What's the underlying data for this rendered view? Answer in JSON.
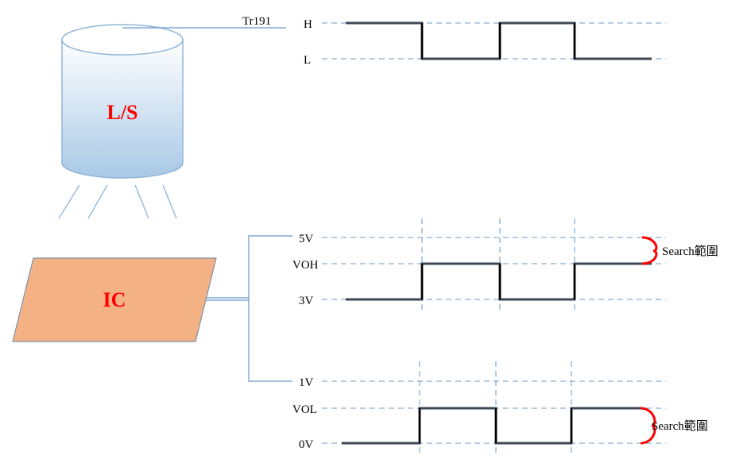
{
  "colors": {
    "label_red": "#ff0000",
    "guide_blue": "#6a98c9",
    "trace_dark": "#3d4856",
    "trace_edge": "#000000",
    "cyl_fill_top": "#ffffff",
    "cyl_fill_bottom": "#a9c9e6",
    "ic_fill": "#f4b183",
    "search_brace": "#ff0000"
  },
  "light_source": {
    "label": "L/S",
    "tag": "Tr191"
  },
  "chip": {
    "label": "IC"
  },
  "top_waveform": {
    "high_label": "H",
    "low_label": "L"
  },
  "mid_waveform": {
    "top_label": "5V",
    "high_label": "VOH",
    "low_label": "3V",
    "search_label": "Search範圍"
  },
  "bot_waveform": {
    "top_label": "1V",
    "high_label": "VOL",
    "low_label": "0V",
    "search_label": "Search範圍"
  }
}
